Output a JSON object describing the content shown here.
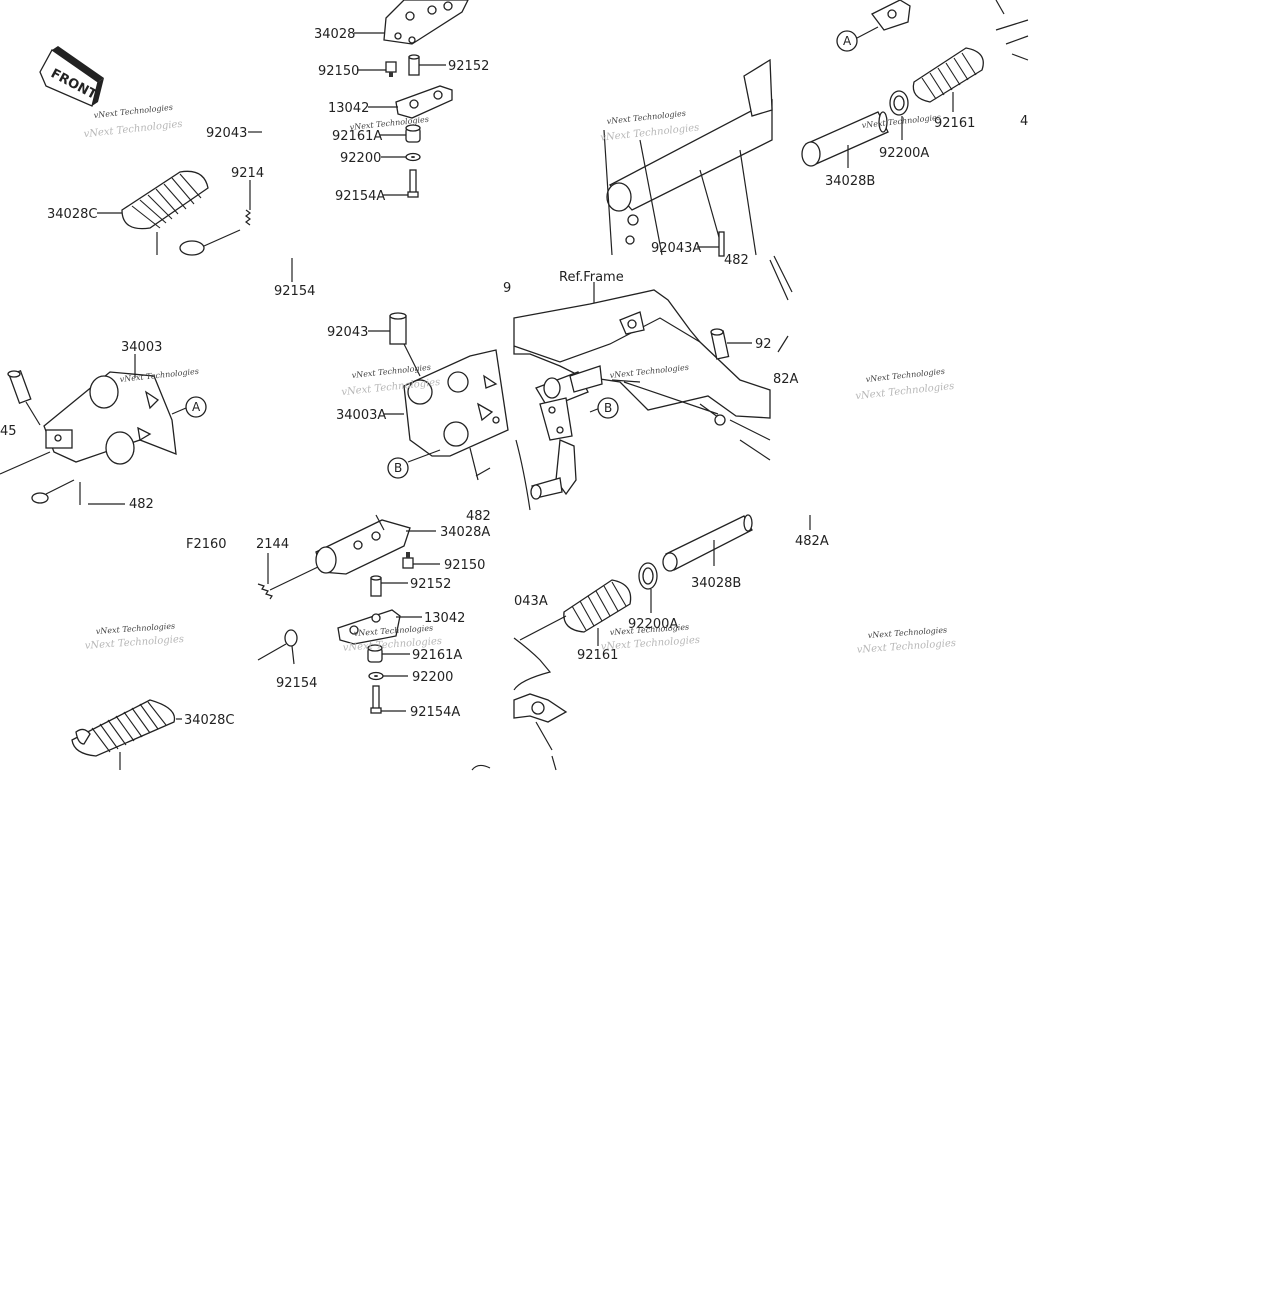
{
  "front_marker": "FRONT",
  "figure_code": "F2160",
  "reference": "Ref.Frame",
  "watermark": {
    "line1": "vNext Technologies",
    "line2": "Technologies"
  },
  "circle_labels": [
    "A",
    "B"
  ],
  "parts": {
    "p34028": "34028",
    "p92150_a": "92150",
    "p92152_a": "92152",
    "p13042_a": "13042",
    "p92161A_a": "92161A",
    "p92200_a": "92200",
    "p92154A_a": "92154A",
    "p92043_top": "92043",
    "p9214_cut": "9214",
    "p34028C_a": "34028C",
    "p92154_a": "92154",
    "p92043A_a": "92043A",
    "p482_cut": "482",
    "p34028B_a": "34028B",
    "p92200A_a": "92200A",
    "p92161_a": "92161",
    "p4_cut": "4",
    "p34003": "34003",
    "p45_cut": "45",
    "p482_a": "482",
    "p92043_b": "92043",
    "p34003A": "34003A",
    "p482_b": "482",
    "p92_cut_a": "9",
    "p92_cut_b": "92",
    "p482A_cut": "82A",
    "p482A": "482A",
    "p2144_cut": "2144",
    "p34028A": "34028A",
    "p92150_b": "92150",
    "p92152_b": "92152",
    "p13042_b": "13042",
    "p92161A_b": "92161A",
    "p92200_b": "92200",
    "p92154A_b": "92154A",
    "p92154_b": "92154",
    "p92043A_cut": "043A",
    "p92200A_b": "92200A",
    "p92161_b": "92161",
    "p34028B_b": "34028B",
    "p34028C_b": "34028C"
  }
}
